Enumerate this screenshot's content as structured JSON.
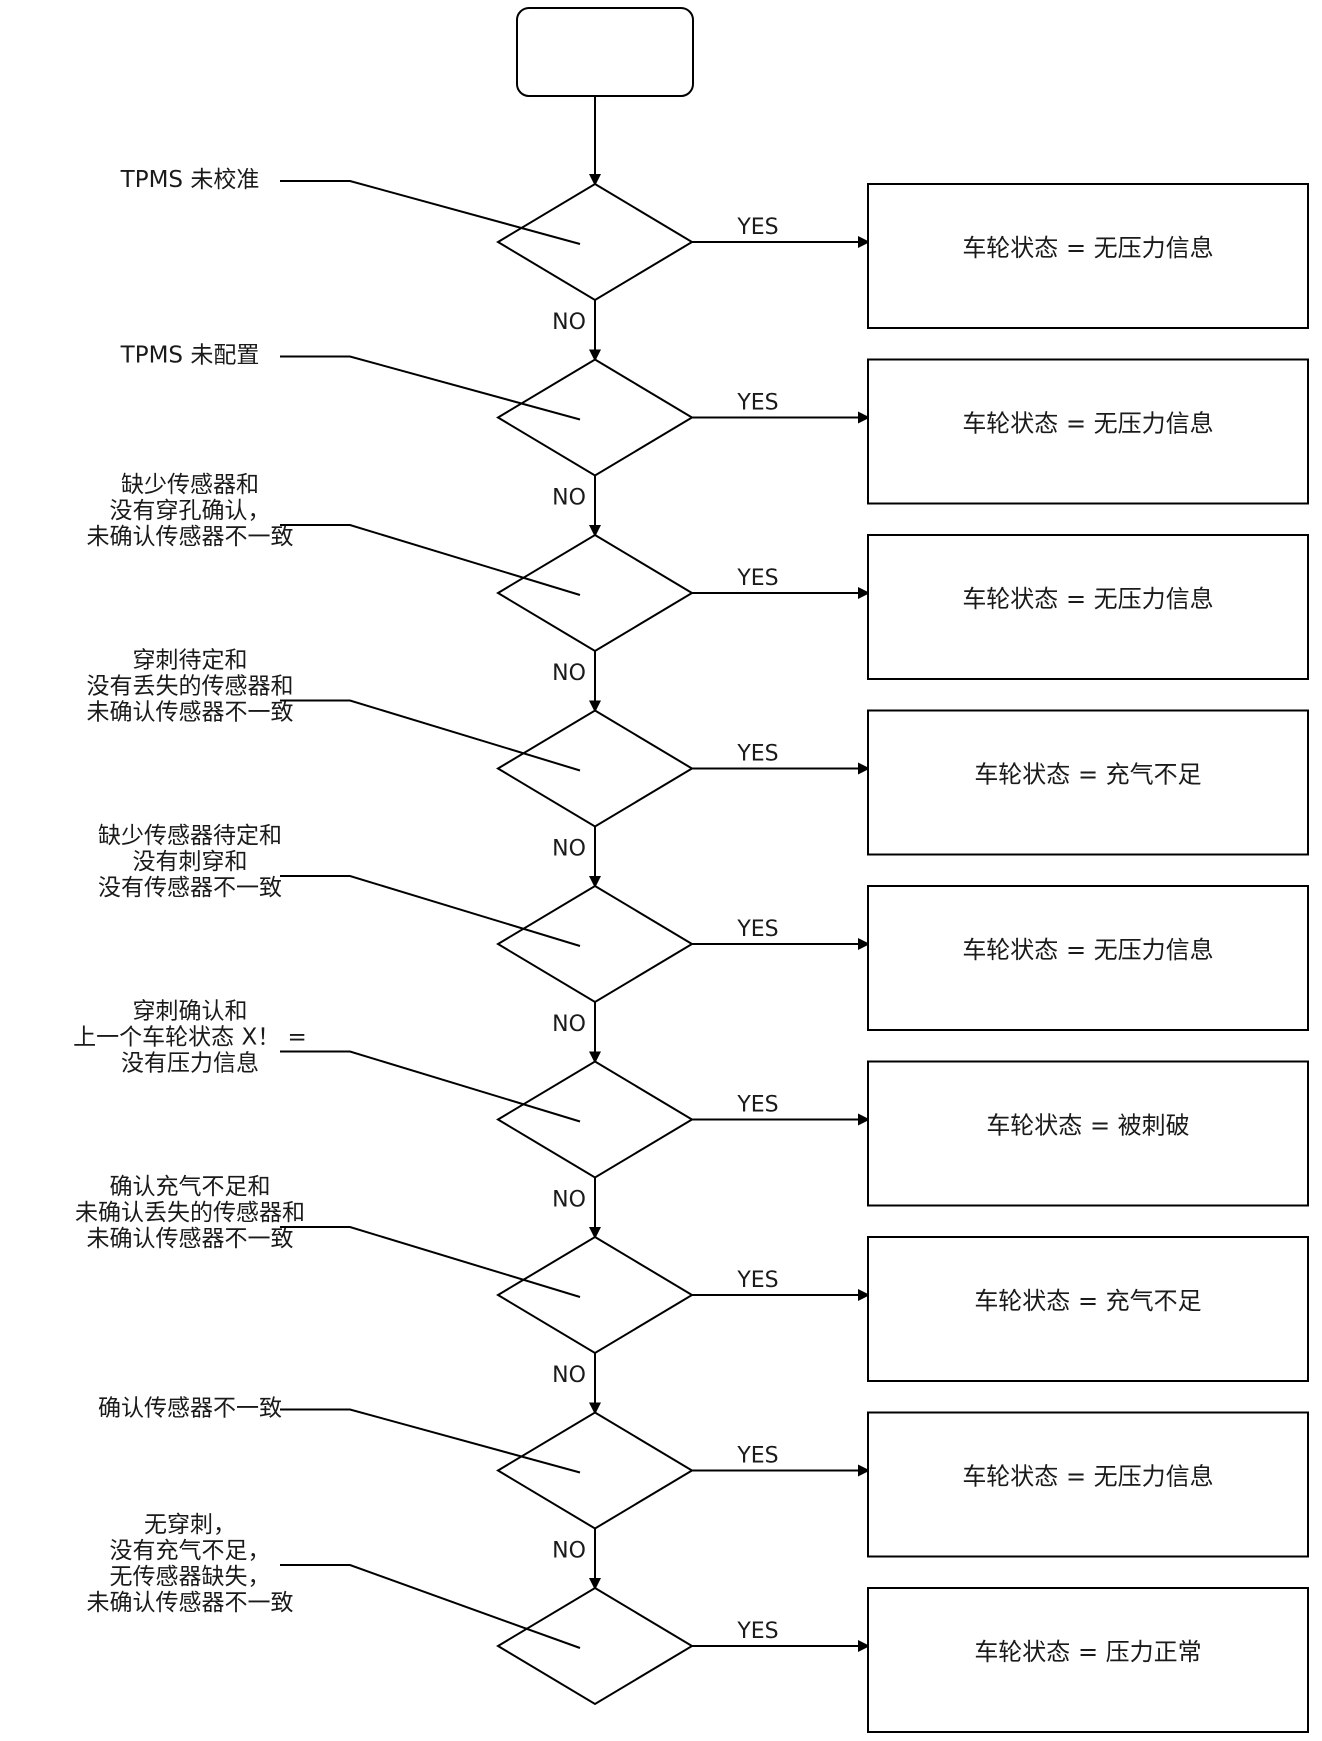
{
  "start_label": "",
  "yes_label": "YES",
  "no_label": "NO",
  "decisions": [
    {
      "condition": [
        "TPMS 未校准"
      ],
      "result": "车轮状态 = 无压力信息"
    },
    {
      "condition": [
        "TPMS 未配置"
      ],
      "result": "车轮状态 = 无压力信息"
    },
    {
      "condition": [
        "缺少传感器和",
        "没有穿孔确认，",
        "未确认传感器不一致"
      ],
      "result": "车轮状态 = 无压力信息"
    },
    {
      "condition": [
        "穿刺待定和",
        "没有丢失的传感器和",
        "未确认传感器不一致"
      ],
      "result": "车轮状态 = 充气不足"
    },
    {
      "condition": [
        "缺少传感器待定和",
        "没有刺穿和",
        "没有传感器不一致"
      ],
      "result": "车轮状态 = 无压力信息"
    },
    {
      "condition": [
        "穿刺确认和",
        "上一个车轮状态 X！ =",
        "没有压力信息"
      ],
      "result": "车轮状态 = 被刺破"
    },
    {
      "condition": [
        "确认充气不足和",
        "未确认丢失的传感器和",
        "未确认传感器不一致"
      ],
      "result": "车轮状态 = 充气不足"
    },
    {
      "condition": [
        "确认传感器不一致"
      ],
      "result": "车轮状态 = 无压力信息"
    },
    {
      "condition": [
        "无穿刺，",
        "没有充气不足，",
        "无传感器缺失，",
        "未确认传感器不一致"
      ],
      "result": "车轮状态 = 压力正常"
    }
  ]
}
